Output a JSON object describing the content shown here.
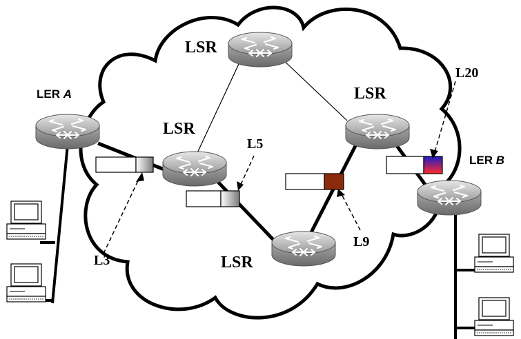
{
  "routers": {
    "ler_a": {
      "label_prefix": "LER ",
      "label_name": "A"
    },
    "ler_b": {
      "label_prefix": "LER ",
      "label_name": "B"
    },
    "lsr_top": {
      "label": "LSR"
    },
    "lsr_left": {
      "label": "LSR"
    },
    "lsr_right": {
      "label": "LSR"
    },
    "lsr_bottom": {
      "label": "LSR"
    }
  },
  "labels": {
    "l3": "L3",
    "l5": "L5",
    "l9": "L9",
    "l20": "L20"
  },
  "colors": {
    "cloud_stroke": "#000000",
    "router_body": "#bfbfbf",
    "l9_packet": "#8b2a0c",
    "l20_packet_start": "#1c1cc8",
    "l20_packet_end": "#ff2a2a"
  }
}
